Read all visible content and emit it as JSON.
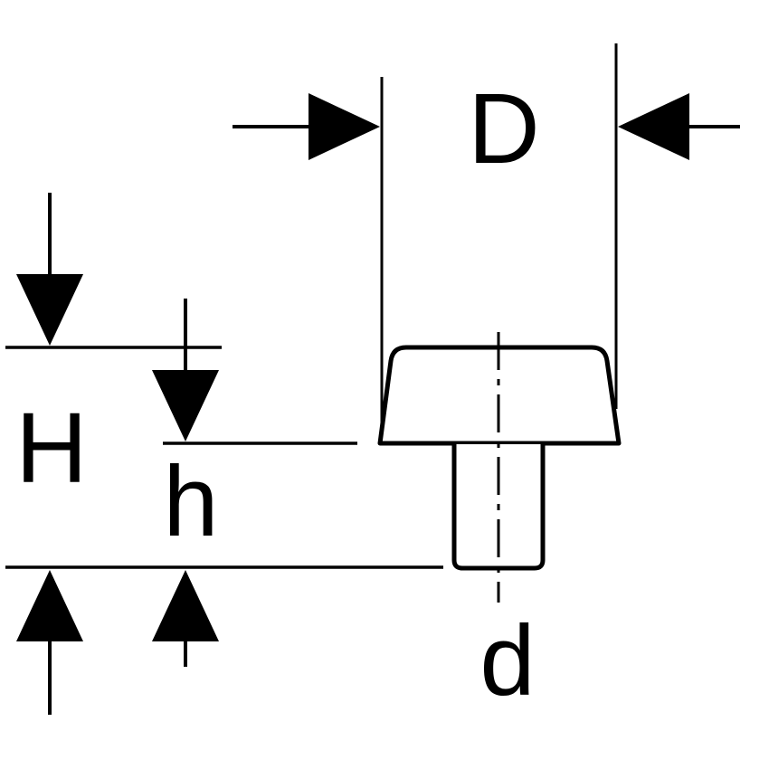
{
  "diagram": {
    "type": "technical-dimension-drawing",
    "description": "Cap plug with trapezoidal head and cylindrical stem, dimensioned",
    "labels": {
      "diameter_outer": "D",
      "height_total": "H",
      "height_head": "h",
      "diameter_stem": "d"
    },
    "colors": {
      "line": "#000000",
      "background": "#ffffff"
    }
  }
}
